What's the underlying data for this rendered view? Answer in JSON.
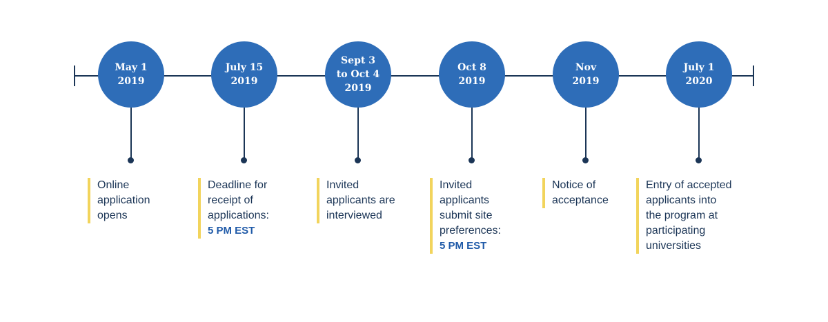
{
  "colors": {
    "line": "#1b3556",
    "circle": "#2e6db8",
    "accent": "#f2d45c",
    "highlight": "#1f5aa8"
  },
  "events": [
    {
      "date": "May 1\n2019",
      "text": "Online\napplication\nopens",
      "highlight": ""
    },
    {
      "date": "July 15\n2019",
      "text": "Deadline for\nreceipt of\napplications:",
      "highlight": "5 PM EST"
    },
    {
      "date": "Sept 3\nto Oct 4\n2019",
      "text": "Invited\napplicants are\ninterviewed",
      "highlight": ""
    },
    {
      "date": "Oct 8\n2019",
      "text": "Invited\napplicants\nsubmit site\npreferences:",
      "highlight": "5 PM EST"
    },
    {
      "date": "Nov\n2019",
      "text": "Notice of\nacceptance",
      "highlight": ""
    },
    {
      "date": "July 1\n2020",
      "text": "Entry of accepted\napplicants into\nthe program at\nparticipating\nuniversities",
      "highlight": ""
    }
  ]
}
